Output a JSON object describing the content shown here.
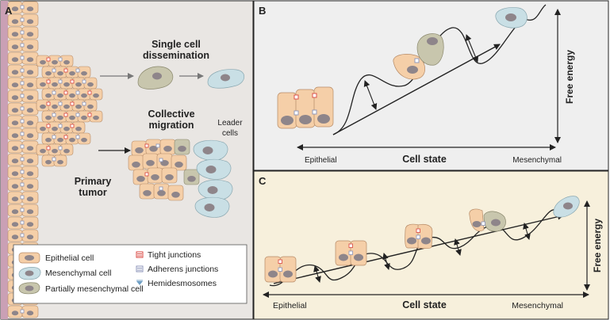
{
  "panels": {
    "a": {
      "letter": "A",
      "single_l1": "Single cell",
      "single_l2": "dissemination",
      "coll_l1": "Collective",
      "coll_l2": "migration",
      "leader_l1": "Leader",
      "leader_l2": "cells",
      "tumor_l1": "Primary",
      "tumor_l2": "tumor"
    },
    "b": {
      "letter": "B",
      "x_left": "Epithelial",
      "x_center": "Cell state",
      "x_right": "Mesenchymal",
      "y_label": "Free energy"
    },
    "c": {
      "letter": "C",
      "x_left": "Epithelial",
      "x_center": "Cell state",
      "x_right": "Mesenchymal",
      "y_label": "Free energy"
    }
  },
  "legend": {
    "epithelial": "Epithelial cell",
    "mesenchymal": "Mesenchymal cell",
    "partial": "Partially mesenchymal cell",
    "tight": "Tight junctions",
    "adherens": "Adherens junctions",
    "hemi": "Hemidesmosomes"
  },
  "colors": {
    "epithelial": "#f5cfa8",
    "mesenchymal": "#c9dfe5",
    "partial": "#c8c6ad",
    "nucleus": "#8e858a",
    "tight": "#d9433c",
    "adherens": "#8b93b8",
    "membrane": "#caa0b5",
    "panel_a_bg": "#e9e6e3",
    "panel_b_bg": "#efefef",
    "panel_c_bg": "#f7f0dc"
  }
}
